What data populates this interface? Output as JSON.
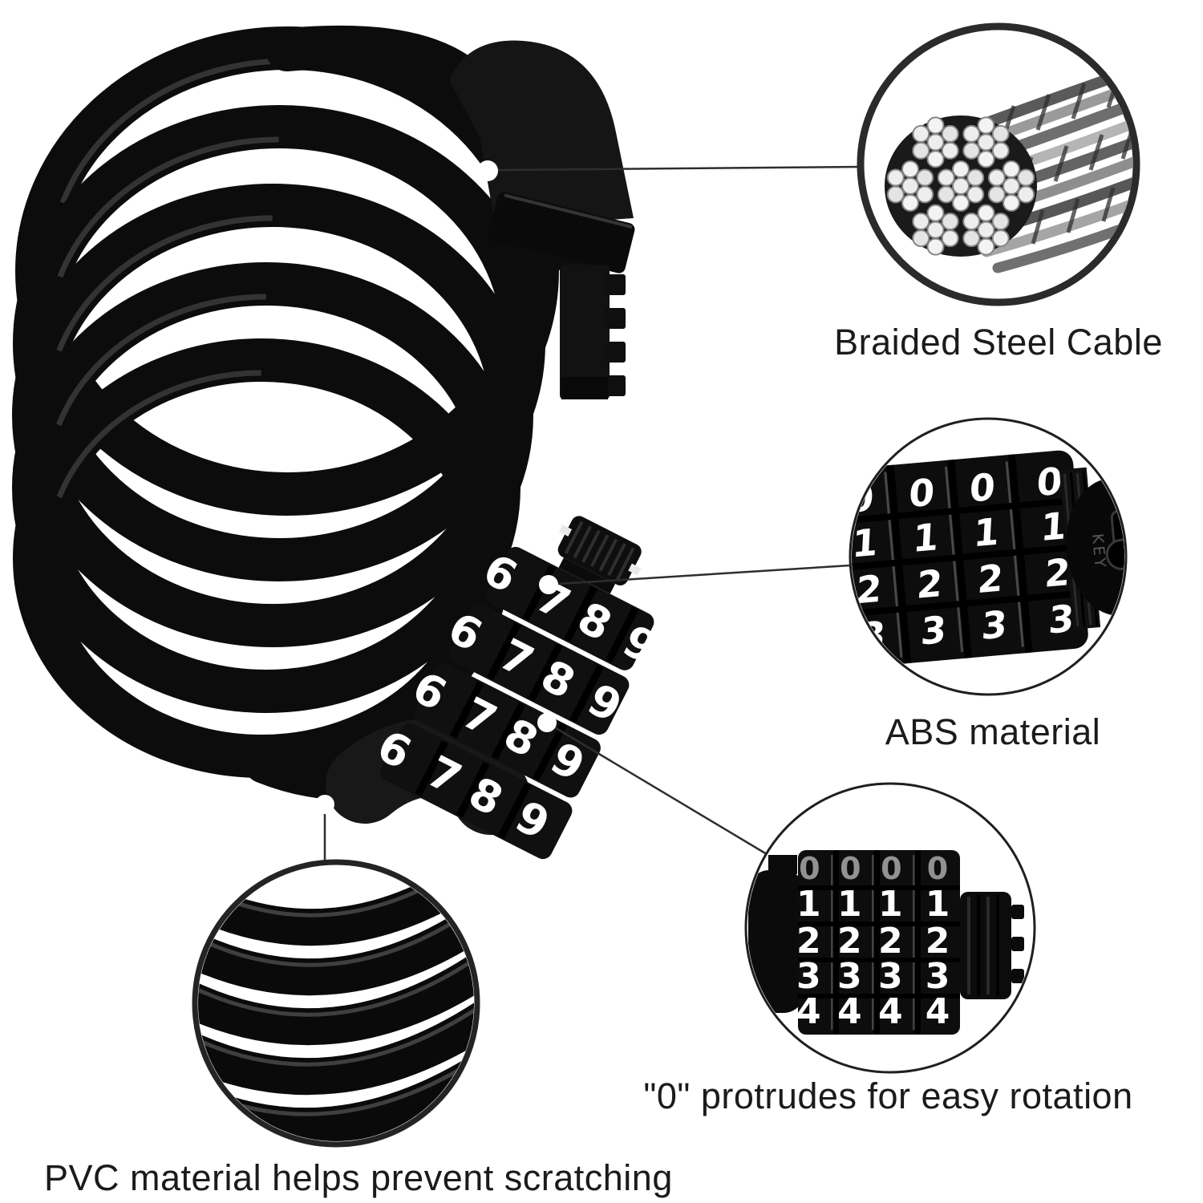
{
  "scene": {
    "type": "product-feature-diagram",
    "product": "combination cable lock",
    "background": "#ffffff"
  },
  "callouts": [
    {
      "id": "braided-steel-cable",
      "label": "Braided Steel Cable"
    },
    {
      "id": "abs-material",
      "label": "ABS material"
    },
    {
      "id": "zero-protrudes",
      "label": "\"0\" protrudes for easy rotation"
    },
    {
      "id": "pvc-material",
      "label": "PVC material helps prevent scratching"
    }
  ],
  "main_lock": {
    "dial_digits": [
      "6",
      "7",
      "8",
      "9"
    ]
  },
  "abs_circle": {
    "dial_rows": [
      "0",
      "1",
      "2",
      "3"
    ],
    "cap_text": "KEY",
    "icon": "keyhole-icon"
  },
  "rotation_circle": {
    "dial_rows": [
      "0",
      "1",
      "2",
      "3",
      "4"
    ]
  },
  "colors": {
    "cable_black": "#0c0c0c",
    "boot_black": "#161616",
    "dial_black": "#0d0d0d",
    "steel_gray": "#9a9a9a",
    "callout_line": "#2e2e2e",
    "circle_stroke": "#242424",
    "label_text": "#1b1b1b",
    "digit_white": "#ffffff"
  }
}
